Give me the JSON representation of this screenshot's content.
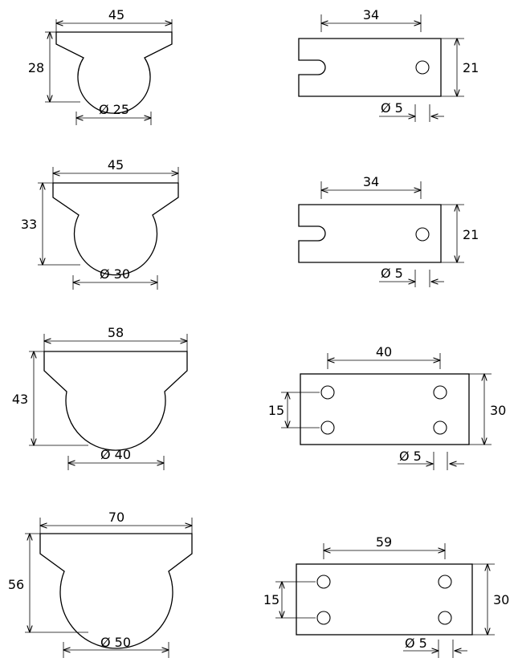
{
  "colors": {
    "line": "#000000",
    "background": "#ffffff"
  },
  "rows": [
    {
      "side_view": {
        "width": "45",
        "height": "28",
        "diameter": "Ø 25"
      },
      "top_view": {
        "hole_spacing": "34",
        "width": "21",
        "hole_diameter": "Ø 5"
      }
    },
    {
      "side_view": {
        "width": "45",
        "height": "33",
        "diameter": "Ø 30"
      },
      "top_view": {
        "hole_spacing": "34",
        "width": "21",
        "hole_diameter": "Ø 5"
      }
    },
    {
      "side_view": {
        "width": "58",
        "height": "43",
        "diameter": "Ø 40"
      },
      "top_view": {
        "hole_spacing": "40",
        "hole_pitch": "15",
        "width": "30",
        "hole_diameter": "Ø 5"
      }
    },
    {
      "side_view": {
        "width": "70",
        "height": "56",
        "diameter": "Ø 50"
      },
      "top_view": {
        "hole_spacing": "59",
        "hole_pitch": "15",
        "width": "30",
        "hole_diameter": "Ø 5"
      }
    }
  ]
}
